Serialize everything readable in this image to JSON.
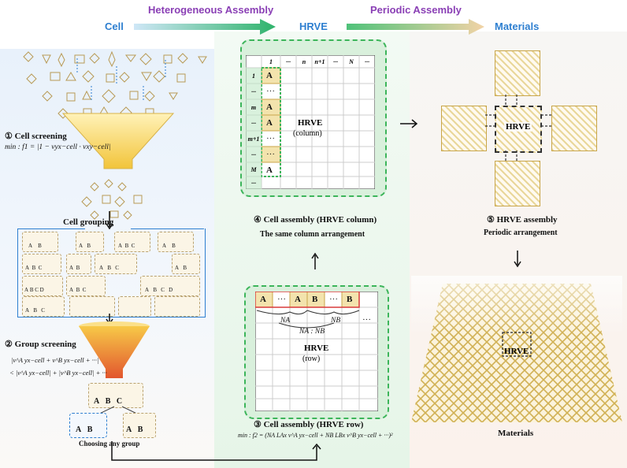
{
  "header": {
    "cell": "Cell",
    "hetero": "Heterogeneous Assembly",
    "hrve": "HRVE",
    "periodic": "Periodic Assembly",
    "materials": "Materials"
  },
  "left": {
    "step1": "① Cell screening",
    "formula1": "min : f1 = |1 − νyx−cell · νxy−cell|",
    "grouping": "Cell grouping",
    "step2": "② Group screening",
    "ineq_top": "|ν^A yx−cell + ν^B yx−cell + ···|",
    "ineq_bottom": "< |ν^A yx−cell| + |ν^B yx−cell| + ···",
    "choosing": "Choosing any group",
    "groups": [
      [
        "A",
        "B"
      ],
      [
        "A",
        "B"
      ],
      [
        "A",
        "B",
        "C"
      ],
      [
        "A",
        "B"
      ],
      [
        "A",
        "B",
        "C"
      ],
      [
        "A",
        "B"
      ],
      [
        "A",
        "B",
        "C"
      ],
      [
        "A",
        "B"
      ],
      [
        "A",
        "B",
        "C",
        "D"
      ],
      [
        "A",
        "B",
        "C"
      ],
      [
        "A",
        "B",
        "C",
        "D"
      ],
      [
        "A",
        "B",
        "C"
      ]
    ],
    "selected": [
      "A",
      "B",
      "C"
    ],
    "split1": [
      "A",
      "B"
    ],
    "split2": [
      "A",
      "B"
    ]
  },
  "middle": {
    "col_headers": [
      "1",
      "···",
      "n",
      "n+1",
      "···",
      "N",
      "···"
    ],
    "row_headers": [
      "1",
      "···",
      "m",
      "···",
      "m+1",
      "···",
      "M",
      "···"
    ],
    "cell_a": "A",
    "cell_b": "B",
    "dots": "···",
    "column_label_1": "HRVE",
    "column_label_2": "(column)",
    "step4": "④ Cell assembly (HRVE column)",
    "step4_sub": "The same column arrangement",
    "row_cells": [
      "A",
      "A",
      "B",
      "B"
    ],
    "na": "NA",
    "nb": "NB",
    "nanb": "NA : NB",
    "row_label_1": "HRVE",
    "row_label_2": "(row)",
    "step3": "③ Cell assembly (HRVE row)",
    "formula2": "min : f2 = (NA LAx ν^A yx−cell + NB LBx ν^B yx−cell + ···)²"
  },
  "right": {
    "center": "HRVE",
    "step5": "⑤ HRVE assembly",
    "step5_sub": "Periodic arrangement",
    "mat_label": "HRVE",
    "materials": "Materials"
  },
  "colors": {
    "blue_text": "#2e7fd0",
    "purple_text": "#8a3fb5",
    "green_dash": "#3cb55a",
    "gold": "#c9a64a",
    "funnel_top": "#f7c948",
    "funnel_bottom": "#e2562e"
  }
}
